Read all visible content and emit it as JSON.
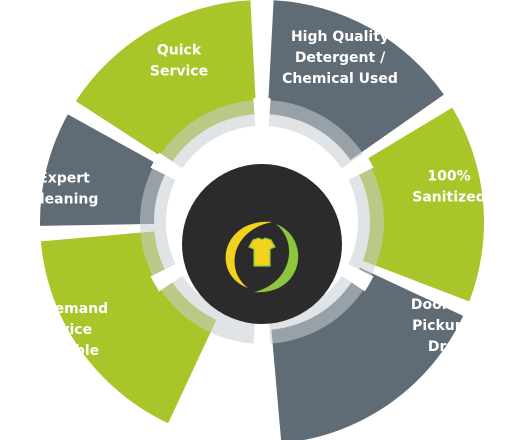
{
  "diagram": {
    "segments": [
      {
        "id": "quick-service",
        "lines": [
          "Quick",
          "Service"
        ],
        "color": "#a8c62a",
        "text_color": "#ffffff"
      },
      {
        "id": "high-quality-detergent",
        "lines": [
          "High Quality",
          "Detergent /",
          "Chemical Used"
        ],
        "color": "#5f6c76",
        "text_color": "#ffffff"
      },
      {
        "id": "sanitized",
        "lines": [
          "100%",
          "Sanitized"
        ],
        "color": "#a8c62a",
        "text_color": "#ffffff"
      },
      {
        "id": "doorstep-pickup",
        "lines": [
          "Doorstep",
          "Pickup &",
          "Drop"
        ],
        "color": "#5f6c76",
        "text_color": "#ffffff"
      },
      {
        "id": "on-demand-service",
        "lines": [
          "On demand",
          "Service",
          "Available"
        ],
        "color": "#a8c62a",
        "text_color": "#ffffff"
      },
      {
        "id": "expert-cleaning",
        "lines": [
          "Expert",
          "Cleaning"
        ],
        "color": "#5f6c76",
        "text_color": "#ffffff"
      }
    ],
    "colors": {
      "gear_ring": "#c9cdd1",
      "center_circle": "#2b2b2b",
      "logo_yellow": "#f2d21b",
      "logo_green": "#8cc63f"
    },
    "center_logo": "laundry-hands-tshirt-icon"
  }
}
